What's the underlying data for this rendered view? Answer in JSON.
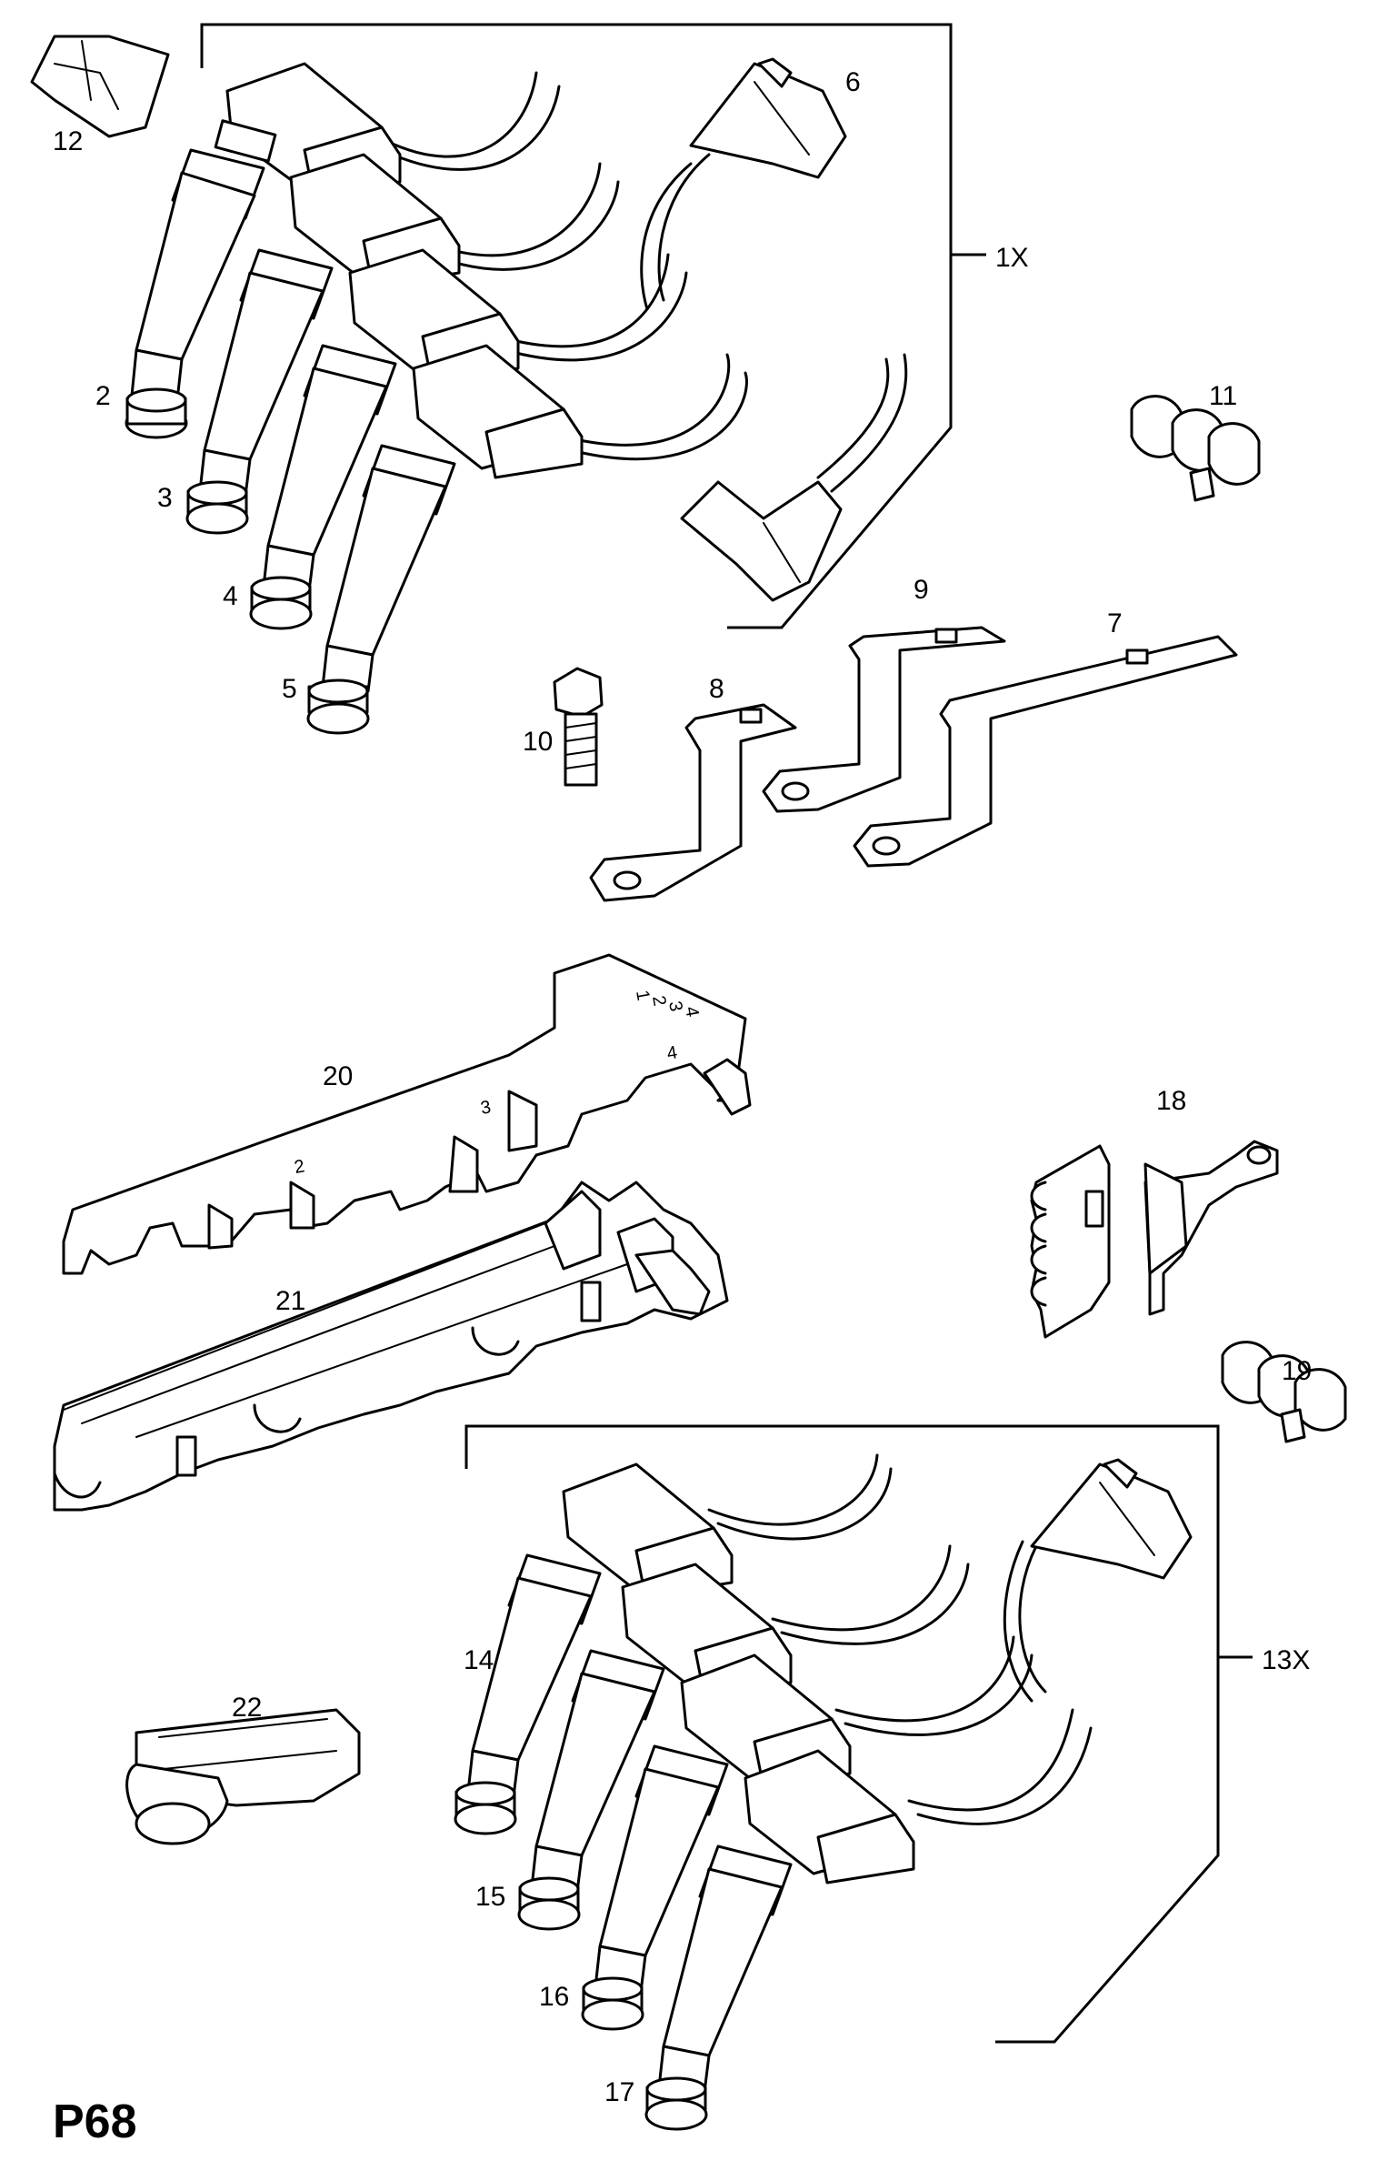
{
  "page_code": "P68",
  "callouts": {
    "c1x": "1X",
    "c2": "2",
    "c3": "3",
    "c4": "4",
    "c5": "5",
    "c6": "6",
    "c7": "7",
    "c8": "8",
    "c9": "9",
    "c10": "10",
    "c11": "11",
    "c12": "12",
    "c13x": "13X",
    "c14": "14",
    "c15": "15",
    "c16": "16",
    "c17": "17",
    "c18": "18",
    "c19": "19",
    "c20": "20",
    "c21": "21",
    "c22": "22"
  },
  "cover_numbers": [
    "1",
    "2",
    "3",
    "4"
  ]
}
